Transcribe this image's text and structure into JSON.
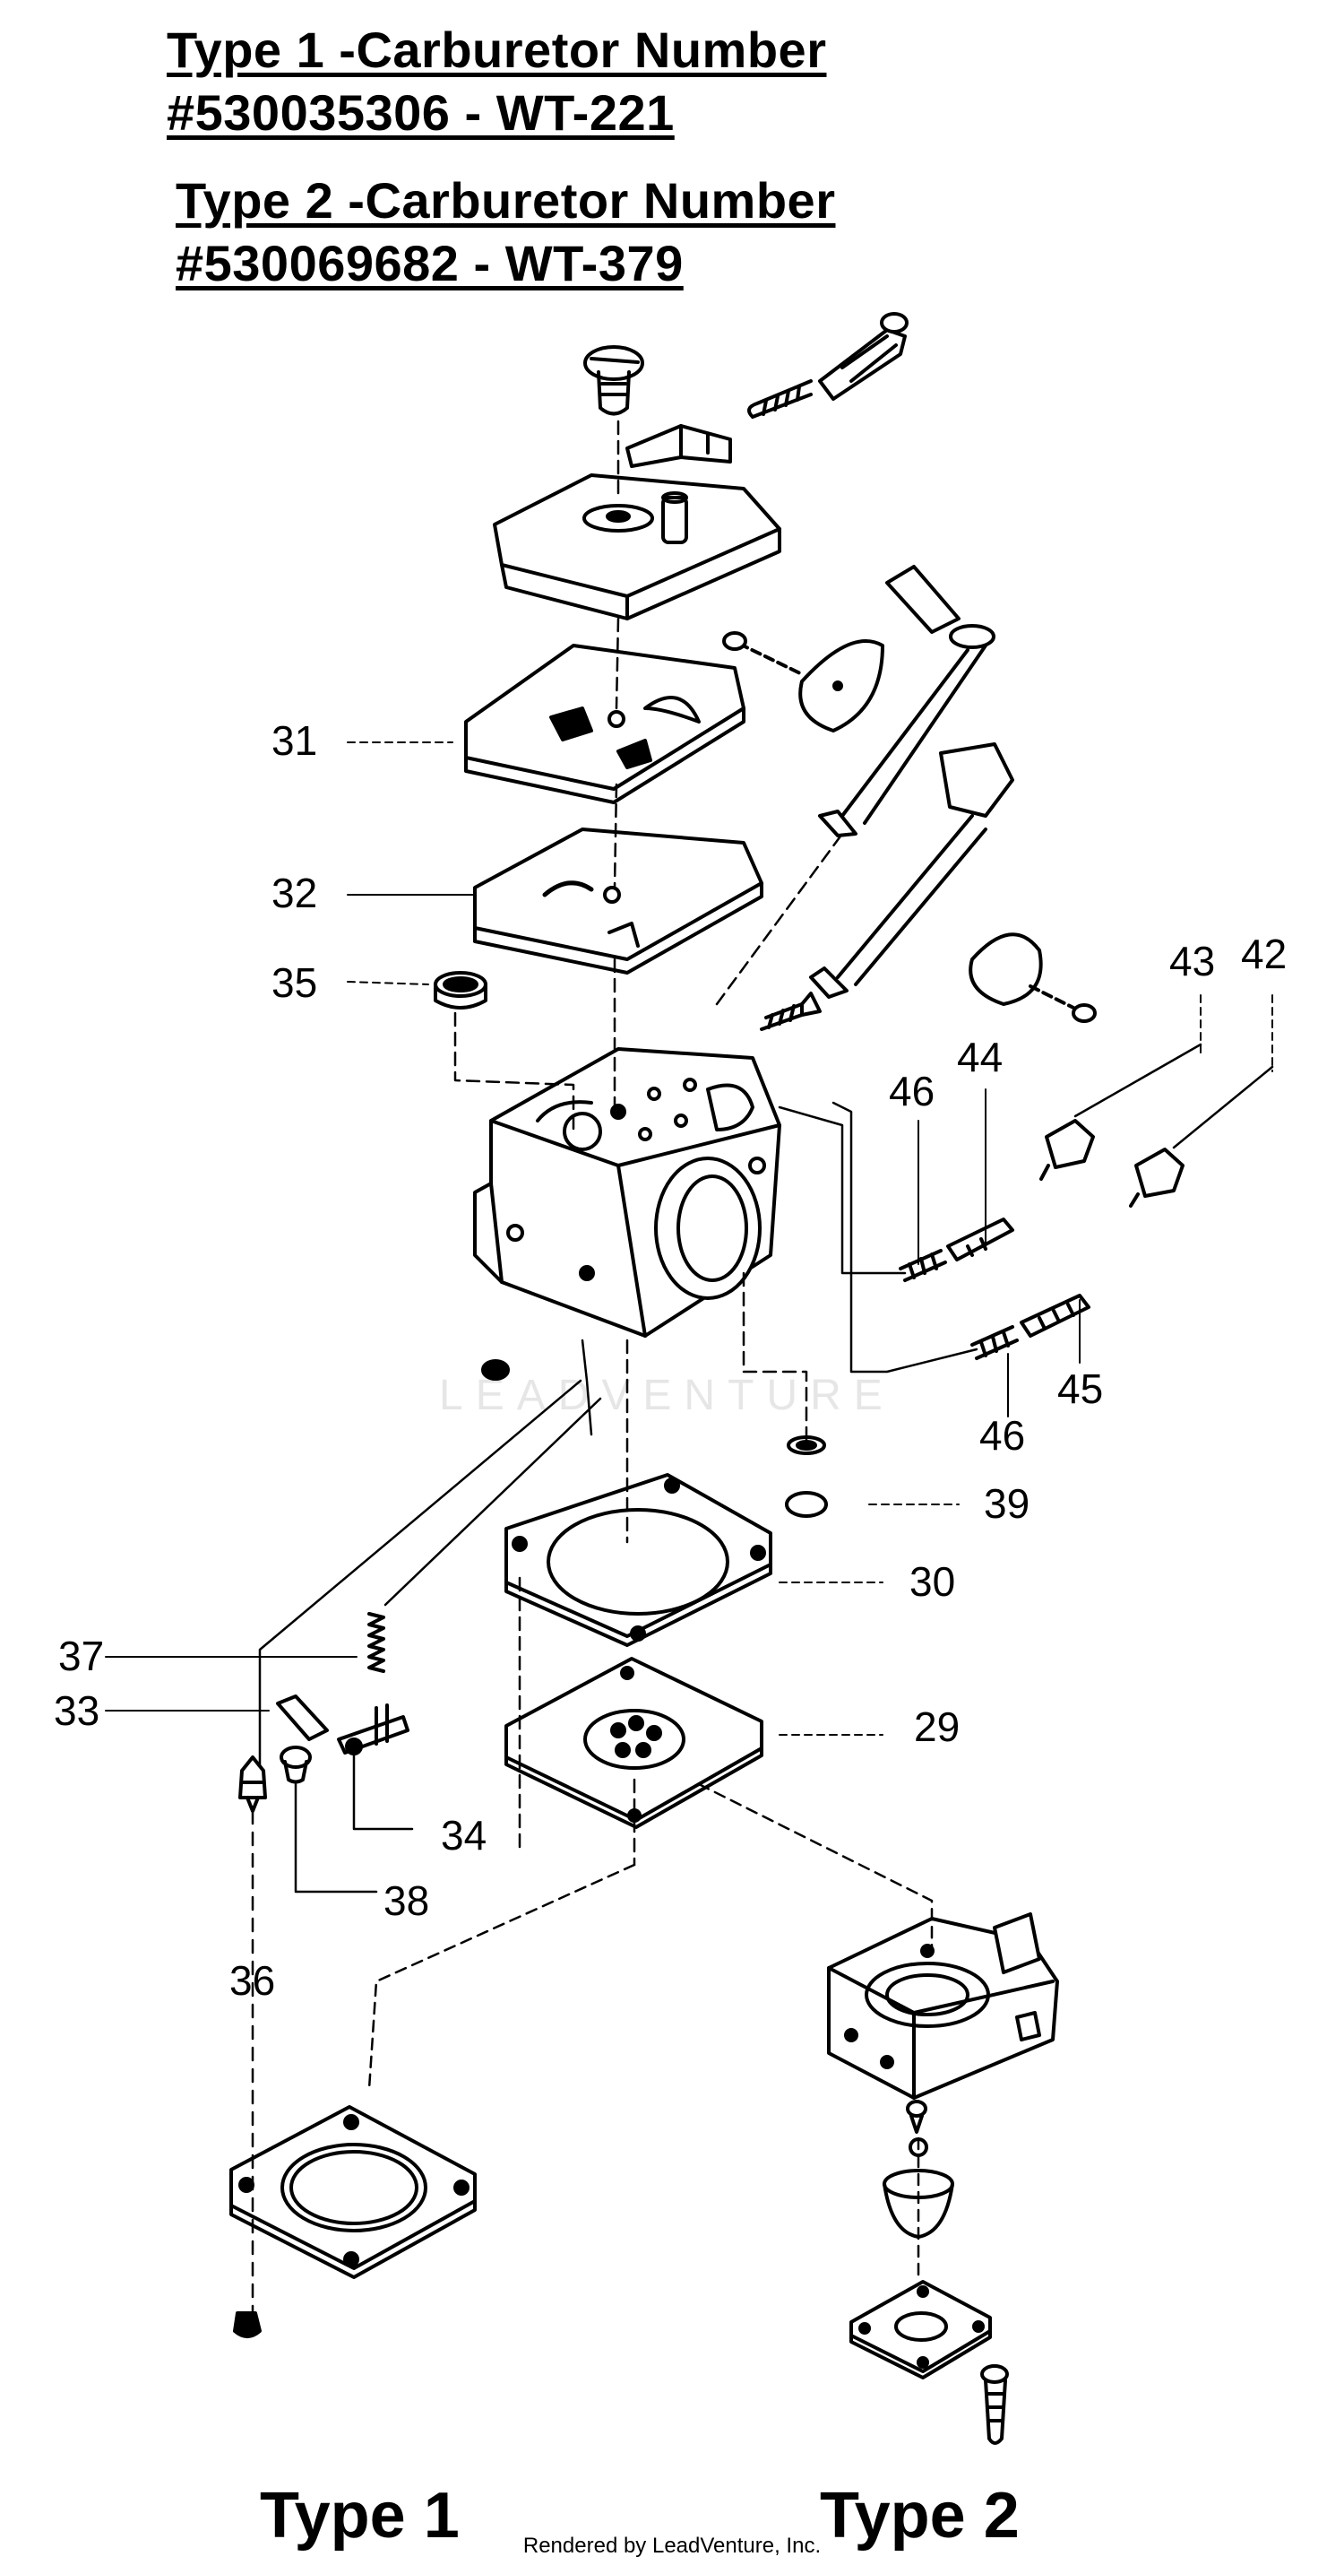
{
  "header": {
    "type1_line1": "Type 1 -Carburetor  Number",
    "type1_line2": "#530035306 - WT-221",
    "type2_line1": "Type 2 -Carburetor  Number",
    "type2_line2": "#530069682 - WT-379"
  },
  "callouts": {
    "c31": "31",
    "c32": "32",
    "c35": "35",
    "c43": "43",
    "c42": "42",
    "c46a": "46",
    "c44": "44",
    "c45": "45",
    "c46b": "46",
    "c39": "39",
    "c30": "30",
    "c29": "29",
    "c37": "37",
    "c33": "33",
    "c34": "34",
    "c38": "38",
    "c36": "36"
  },
  "type_labels": {
    "type1": "Type 1",
    "type2": "Type 2"
  },
  "watermark": "LEADVENTURE",
  "footer": "Rendered by LeadVenture, Inc."
}
